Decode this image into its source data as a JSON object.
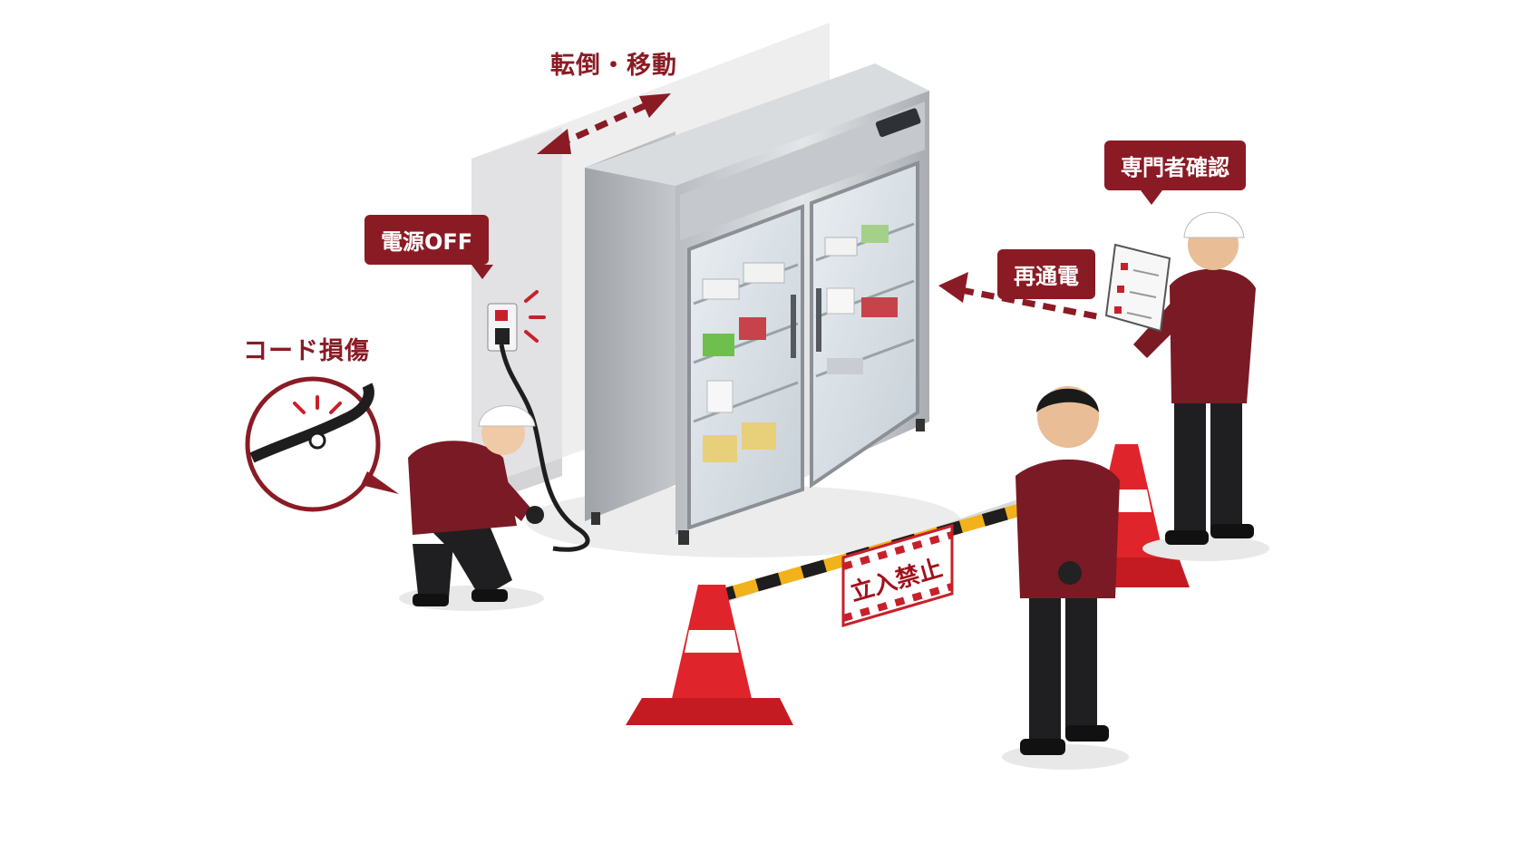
{
  "labels": {
    "tip_move": "転倒・移動",
    "power_off": "電源OFF",
    "cord_damage": "コード損傷",
    "expert_check": "専門者確認",
    "re_energize": "再通電",
    "no_entry": "立入禁止"
  },
  "colors": {
    "accent": "#8a1b24",
    "uniform": "#7a1a24",
    "cone": "#e0242c",
    "barrier_yellow": "#f2b21b",
    "steel": "#c9ccd0"
  },
  "icons": [
    "double-arrow-icon",
    "dashed-arrow-icon",
    "clipboard-icon",
    "power-outlet-icon",
    "magnifier-callout-icon"
  ]
}
